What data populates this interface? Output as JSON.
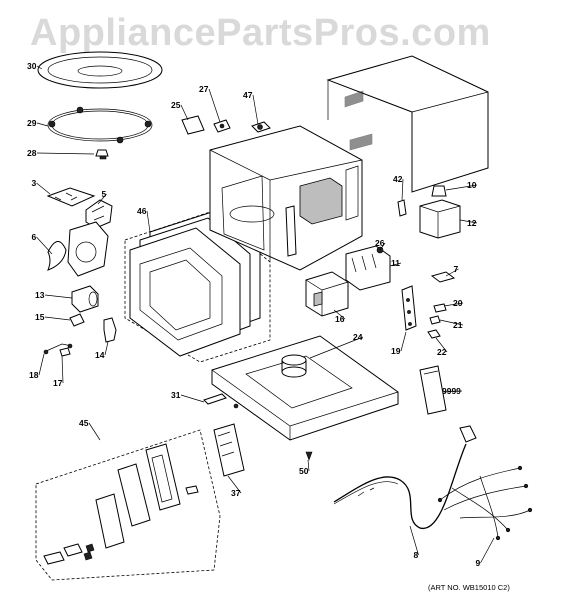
{
  "watermark": "AppliancePartsPros.com",
  "art_number": "(ART NO. WB15010 C2)",
  "callouts": [
    "30",
    "29",
    "28",
    "3",
    "5",
    "6",
    "13",
    "15",
    "18",
    "17",
    "14",
    "46",
    "25",
    "27",
    "47",
    "42",
    "10",
    "12",
    "26",
    "11",
    "7",
    "20",
    "21",
    "22",
    "19",
    "16",
    "24",
    "31",
    "9999",
    "45",
    "37",
    "50",
    "8",
    "9"
  ]
}
